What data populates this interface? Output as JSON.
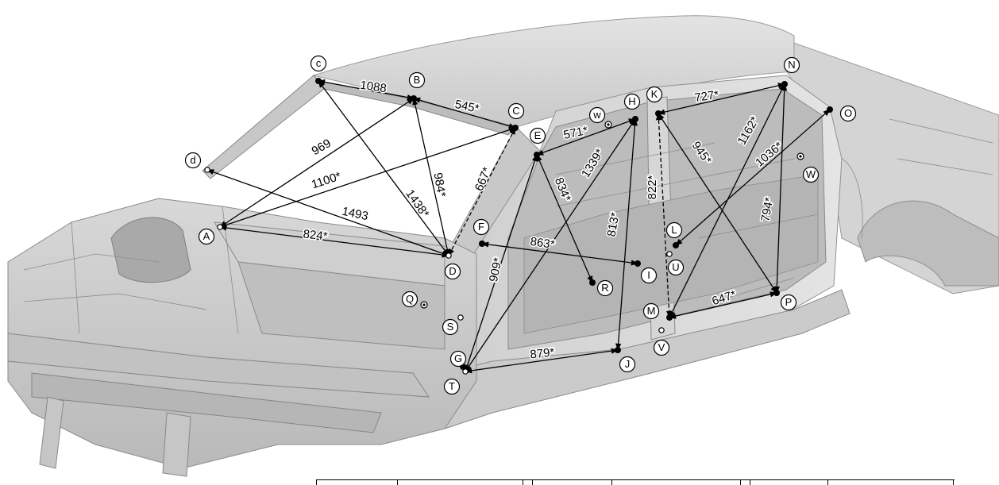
{
  "points": [
    {
      "id": "A",
      "label": "A"
    },
    {
      "id": "B",
      "label": "B"
    },
    {
      "id": "C",
      "label": "C"
    },
    {
      "id": "c",
      "label": "c"
    },
    {
      "id": "d",
      "label": "d"
    },
    {
      "id": "D",
      "label": "D"
    },
    {
      "id": "E",
      "label": "E"
    },
    {
      "id": "F",
      "label": "F"
    },
    {
      "id": "G",
      "label": "G"
    },
    {
      "id": "H",
      "label": "H"
    },
    {
      "id": "I",
      "label": "I"
    },
    {
      "id": "J",
      "label": "J"
    },
    {
      "id": "K",
      "label": "K"
    },
    {
      "id": "L",
      "label": "L"
    },
    {
      "id": "M",
      "label": "M"
    },
    {
      "id": "N",
      "label": "N"
    },
    {
      "id": "O",
      "label": "O"
    },
    {
      "id": "P",
      "label": "P"
    },
    {
      "id": "Q",
      "label": "Q"
    },
    {
      "id": "R",
      "label": "R"
    },
    {
      "id": "S",
      "label": "S"
    },
    {
      "id": "T",
      "label": "T"
    },
    {
      "id": "U",
      "label": "U"
    },
    {
      "id": "V",
      "label": "V"
    },
    {
      "id": "w",
      "label": "w"
    },
    {
      "id": "W",
      "label": "W"
    }
  ],
  "dimensions": [
    {
      "from": "c",
      "to": "B",
      "value": "1088"
    },
    {
      "from": "B",
      "to": "C",
      "value": "545*"
    },
    {
      "from": "B",
      "to": "A",
      "value": "969"
    },
    {
      "from": "C",
      "to": "A",
      "value": "1100*"
    },
    {
      "from": "c",
      "to": "D",
      "value": "1438*"
    },
    {
      "from": "B",
      "to": "D",
      "value": "984*"
    },
    {
      "from": "C",
      "to": "D",
      "value": "667*"
    },
    {
      "from": "d",
      "to": "D",
      "value": "1493"
    },
    {
      "from": "A",
      "to": "D",
      "value": "824*"
    },
    {
      "from": "E",
      "to": "H",
      "value": "571*"
    },
    {
      "from": "H",
      "to": "T",
      "value": "1339*"
    },
    {
      "from": "E",
      "to": "R",
      "value": "834*"
    },
    {
      "from": "E",
      "to": "T",
      "value": "909*"
    },
    {
      "from": "F",
      "to": "I",
      "value": "863*"
    },
    {
      "from": "H",
      "to": "J",
      "value": "813*"
    },
    {
      "from": "T",
      "to": "J",
      "value": "879*"
    },
    {
      "from": "K",
      "to": "M",
      "value": "822*"
    },
    {
      "from": "K",
      "to": "N",
      "value": "727*"
    },
    {
      "from": "K",
      "to": "P",
      "value": "945*"
    },
    {
      "from": "N",
      "to": "M",
      "value": "1162*"
    },
    {
      "from": "O",
      "to": "L",
      "value": "1036*"
    },
    {
      "from": "N",
      "to": "P",
      "value": "794*"
    },
    {
      "from": "M",
      "to": "P",
      "value": "647*"
    }
  ]
}
